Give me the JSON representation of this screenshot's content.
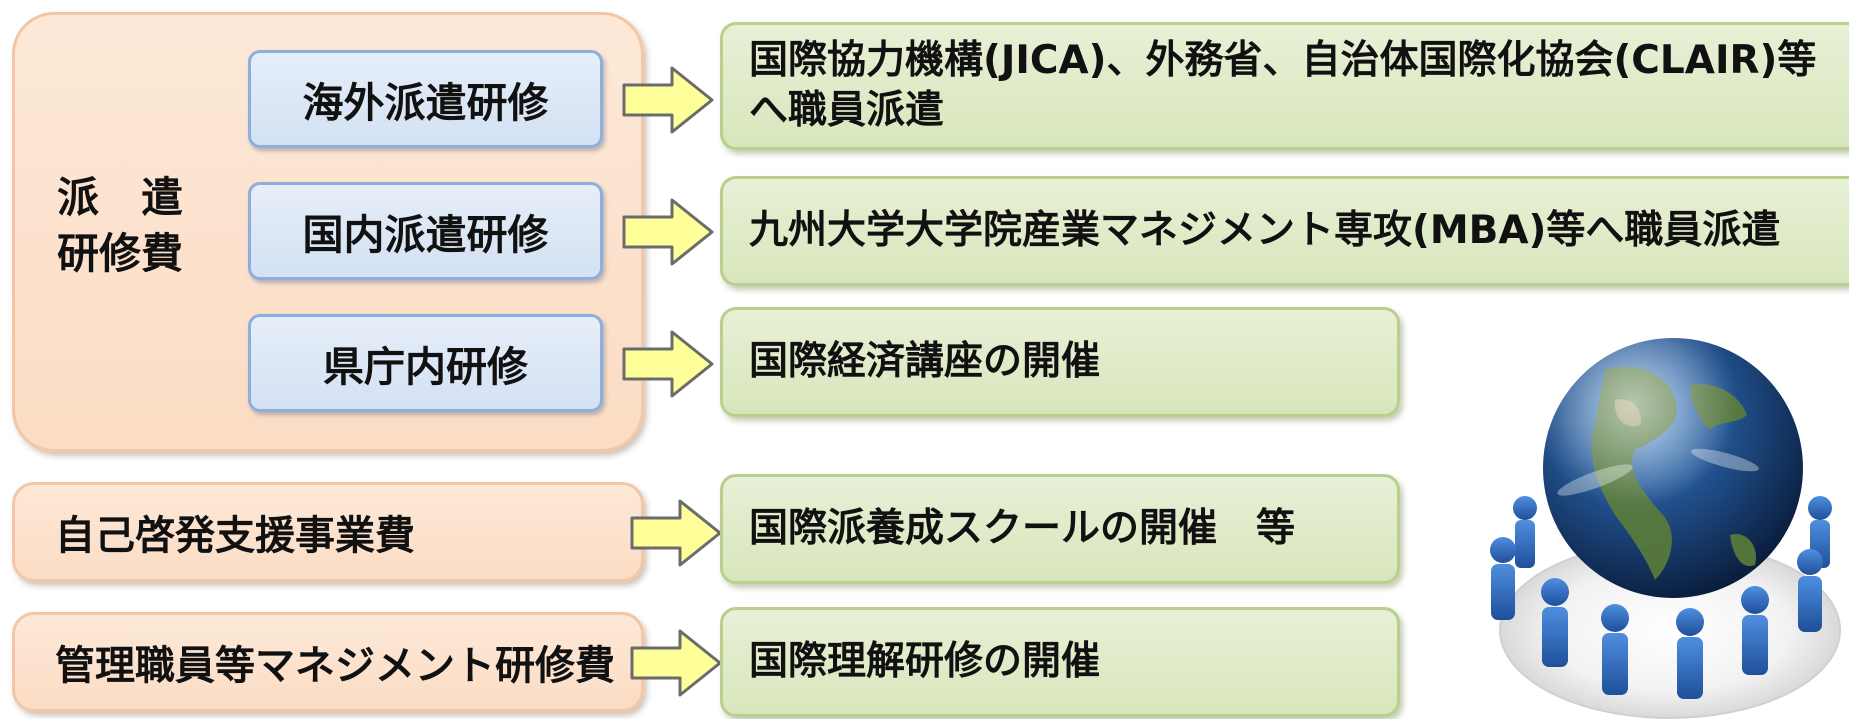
{
  "group": {
    "label_line1": "派　遣",
    "label_line2": "研修費",
    "items": [
      {
        "label": "海外派遣研修",
        "description": "国際協力機構(JICA)、外務省、自治体国際化協会(CLAIR)等へ職員派遣"
      },
      {
        "label": "国内派遣研修",
        "description": "九州大学大学院産業マネジメント専攻(MBA)等へ職員派遣"
      },
      {
        "label": "県庁内研修",
        "description": "国際経済講座の開催"
      }
    ]
  },
  "rows": [
    {
      "label": "自己啓発支援事業費",
      "description": "国際派養成スクールの開催　等"
    },
    {
      "label": "管理職員等マネジメント研修費",
      "description": "国際理解研修の開催"
    }
  ],
  "colors": {
    "peach": "#fde9d8",
    "blue": "#dbe6f5",
    "green": "#e2ecca",
    "arrow_fill": "#ffff99",
    "arrow_stroke": "#6b6b6b"
  },
  "illustration": {
    "icon": "globe-with-people-icon"
  }
}
